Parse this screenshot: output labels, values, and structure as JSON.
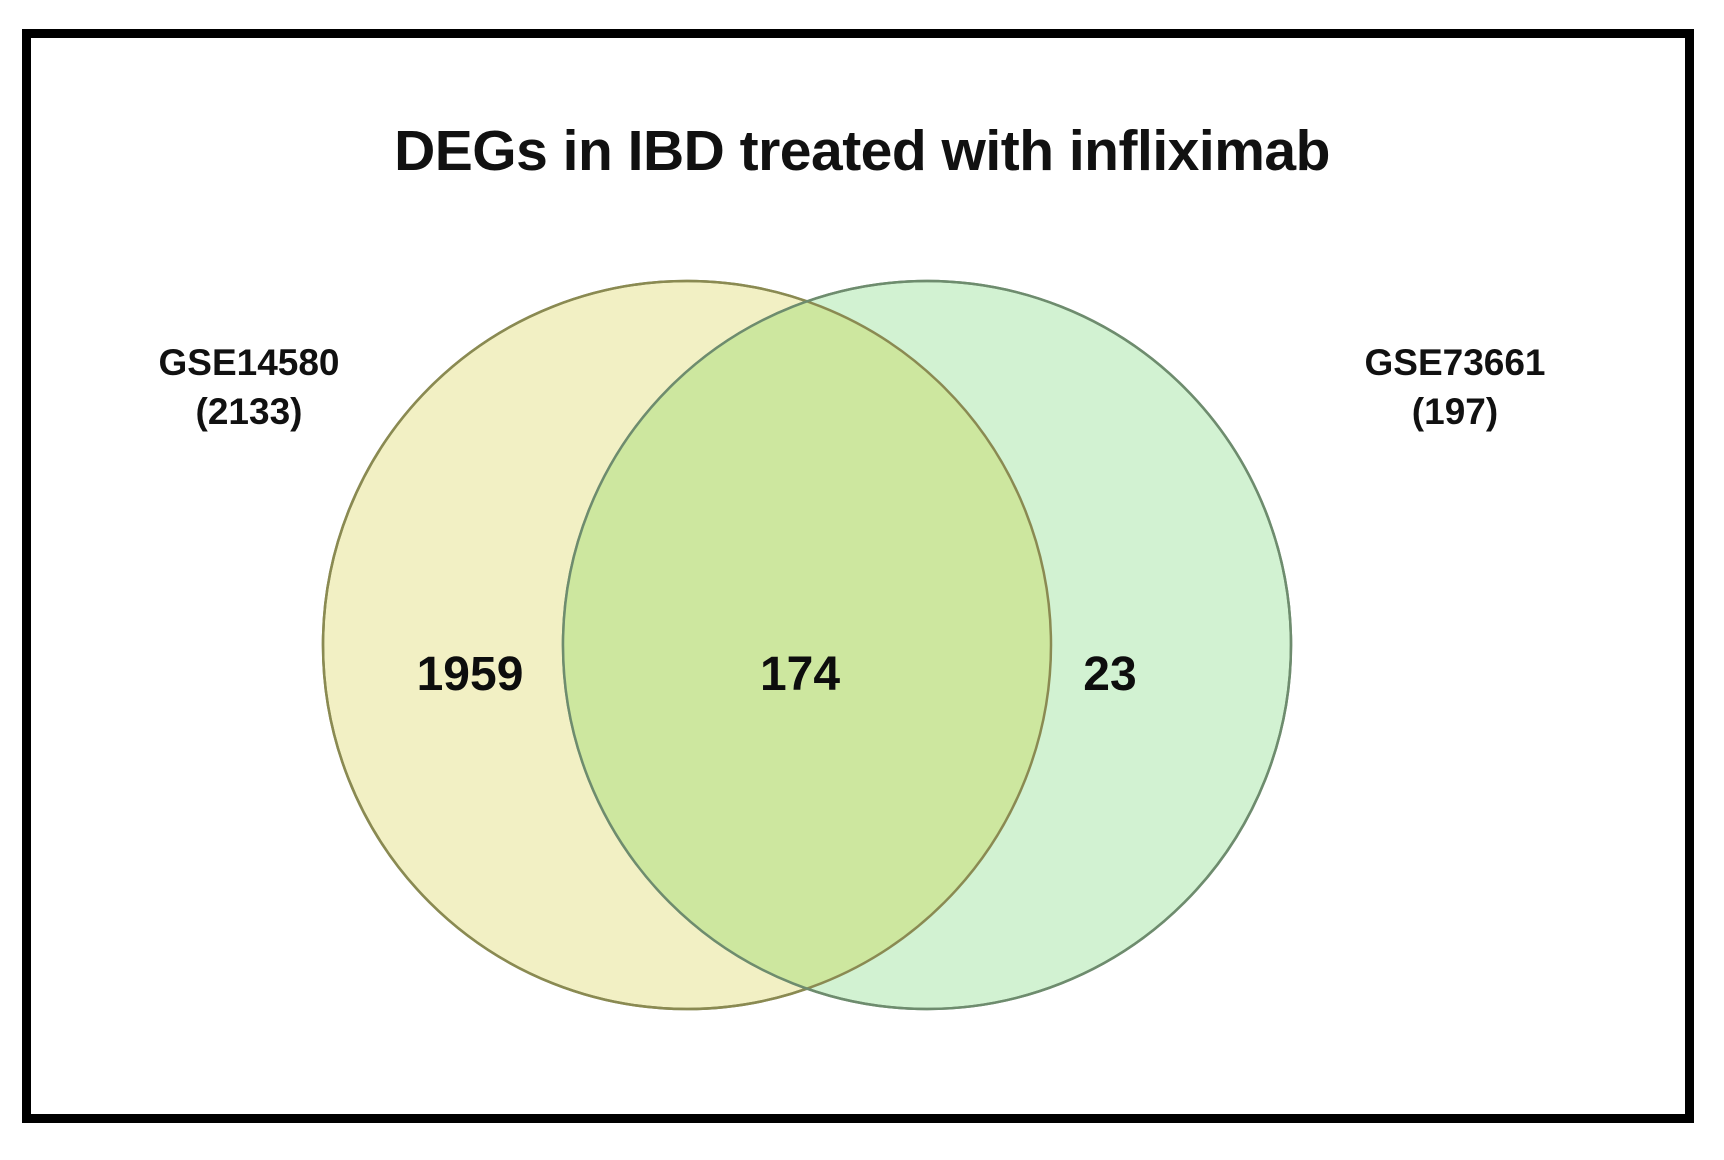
{
  "figure": {
    "title": "DEGs in IBD treated with infliximab",
    "frame_color": "#000000",
    "background": "#ffffff"
  },
  "colors": {
    "set_a_fill": "#F2F0C4",
    "set_a_stroke": "#8A8A52",
    "set_b_fill": "#D2F2D2",
    "set_b_stroke": "#6E8C6E",
    "intersection_fill": "#CDE79F",
    "text": "#111111"
  },
  "sets": {
    "left": {
      "name": "GSE14580",
      "count_label": "(2133)",
      "total": 2133
    },
    "right": {
      "name": "GSE73661",
      "count_label": "(197)",
      "total": 197
    }
  },
  "regions": {
    "left_only": "1959",
    "intersection": "174",
    "right_only": "23"
  },
  "chart_data": {
    "type": "venn",
    "title": "DEGs in IBD treated with infliximab",
    "xlabel": "",
    "ylabel": "",
    "sets": [
      {
        "name": "GSE14580",
        "total": 2133
      },
      {
        "name": "GSE73661",
        "total": 197
      }
    ],
    "regions": [
      {
        "label": "GSE14580 only",
        "value": 1959
      },
      {
        "label": "GSE14580 ∩ GSE73661",
        "value": 174
      },
      {
        "label": "GSE73661 only",
        "value": 23
      }
    ],
    "legend": "none",
    "grid": false,
    "annotations": [
      "GSE14580 (2133)",
      "GSE73661 (197)"
    ]
  }
}
